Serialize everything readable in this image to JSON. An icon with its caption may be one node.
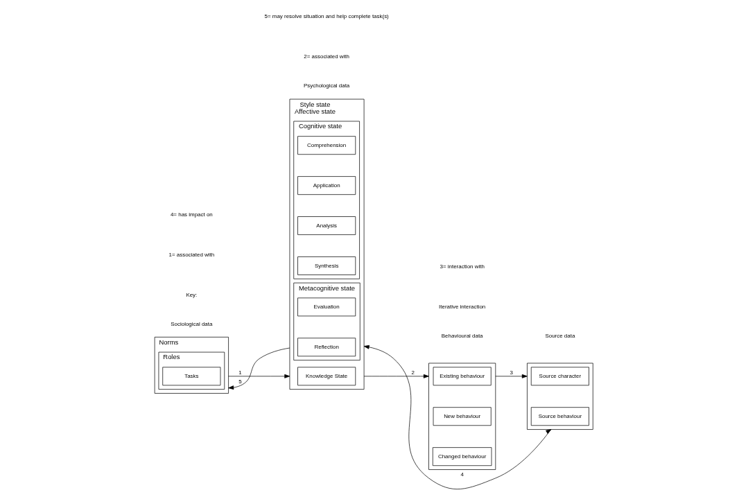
{
  "diagram": {
    "nodes": [
      {
        "text": [
          "Norms"
        ]
      },
      {
        "text": [
          "Roles"
        ],
        "in": 0
      },
      {
        "text": [
          "Tasks"
        ],
        "in": 1
      },
      {
        "text": [
          "Style state",
          "Affective state"
        ]
      },
      {
        "text": [
          "Knowledge State"
        ],
        "in": 3
      },
      {
        "text": [
          "Cognitive state"
        ],
        "in": 3
      },
      {
        "text": [
          "Comprehension"
        ],
        "in": 5
      },
      {
        "text": [
          "Application"
        ],
        "in": 5
      },
      {
        "text": [
          "Analysis"
        ],
        "in": 5
      },
      {
        "text": [
          "Synthesis"
        ],
        "in": 5
      },
      {
        "text": [
          "Metacognitive state"
        ],
        "in": 3
      },
      {
        "text": [
          "Evaluation"
        ],
        "in": 10
      },
      {
        "text": [
          "Reflection"
        ],
        "in": 10
      },
      {
        "text": [],
        "shape": "box"
      },
      {
        "text": [
          "Existing behaviour"
        ],
        "in": 13
      },
      {
        "text": [
          "New behaviour"
        ],
        "in": 13
      },
      {
        "text": [
          "Changed behaviour"
        ],
        "in": 13
      },
      {
        "text": [],
        "shape": "box"
      },
      {
        "text": [
          "Source character"
        ],
        "in": 17
      },
      {
        "text": [
          "Source behaviour"
        ],
        "in": 17
      }
    ],
    "edges": [
      {
        "from": 0,
        "to": 3,
        "arrow": "to",
        "label": "1"
      },
      {
        "from": 3,
        "to": 13,
        "arrow": "to",
        "label": "2"
      },
      {
        "from": 13,
        "to": 17,
        "arrow": "to",
        "label": "3"
      },
      {
        "from": 3,
        "to": 17,
        "arrow": "both",
        "label": "4"
      },
      {
        "from": 3,
        "to": 0,
        "arrow": "to",
        "label": "5"
      }
    ],
    "labels": [
      "Sociological data",
      "Psychological data",
      "Behavioural data",
      "Source data",
      "Iterative interaction",
      "Key:",
      "1= associated with",
      "2= associated with",
      "3= interaction with",
      "4= has impact on",
      "5= may resolve situation and help complete task(s)"
    ]
  }
}
